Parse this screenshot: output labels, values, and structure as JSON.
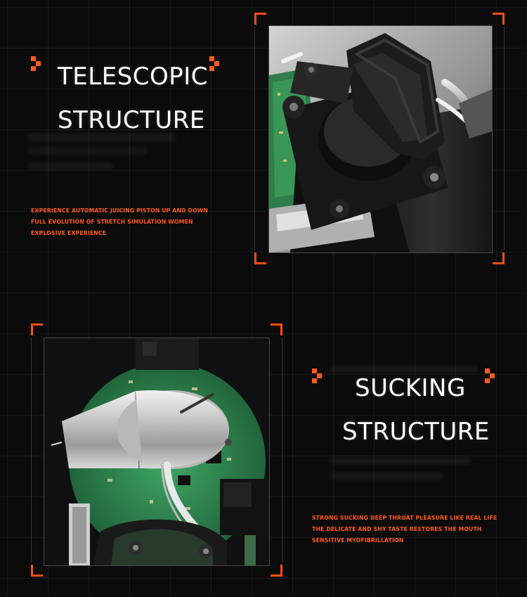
{
  "sections": [
    {
      "title_line1": "TELESCOPIC",
      "title_line2": "STRUCTURE",
      "description": [
        "EXPERIENCE AUTOMATIC JUICING PISTON UP AND DOWN",
        "FULL EVOLUTION OF STRETCH SIMULATION WOMEN",
        "EXPLOSIVE EXPERIENCE"
      ]
    },
    {
      "title_line1": "SUCKING",
      "title_line2": "STRUCTURE",
      "description": [
        "STRONG SUCKING DEEP THROAT PLEASURE LIKE REAL LIFE",
        "THE DELICATE AND SHY TASTE RESTORES THE MOUTH",
        "SENSITIVE MYOFIBRILLATION"
      ]
    }
  ],
  "colors": {
    "accent": "#ff5a1f",
    "background": "#0b0b0b",
    "title": "#ffffff"
  }
}
